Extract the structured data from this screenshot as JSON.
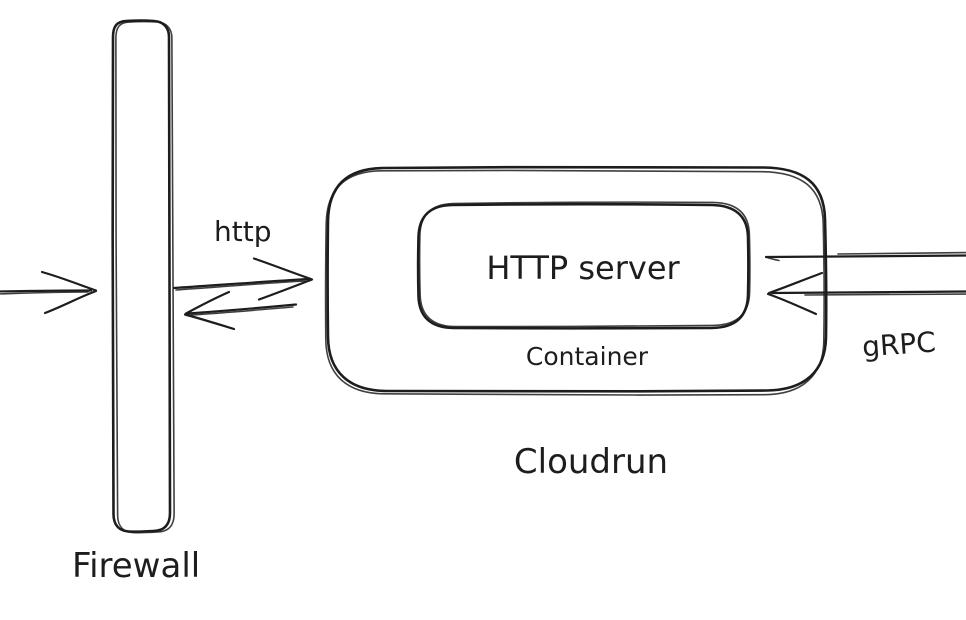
{
  "canvas": {
    "background": "#ffffff",
    "ink": "#1d1d1d"
  },
  "nodes": {
    "firewall": {
      "label": "Firewall"
    },
    "cloudrun": {
      "label": "Cloudrun"
    },
    "container": {
      "label": "Container"
    },
    "http_server": {
      "label": "HTTP server"
    }
  },
  "edges": {
    "inbound": {
      "label": "",
      "direction": "left-to-firewall"
    },
    "http": {
      "label": "http",
      "direction": "bidirectional-firewall-cloudrun"
    },
    "grpc": {
      "label": "gRPC",
      "direction": "right-edge-into-cloudrun"
    }
  }
}
